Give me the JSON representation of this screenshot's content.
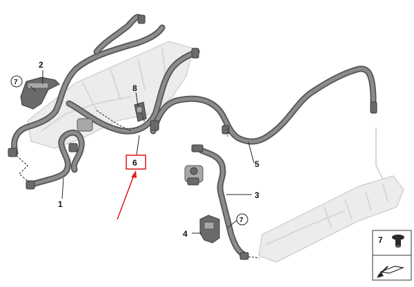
{
  "diagram": {
    "callouts": [
      {
        "id": "c1",
        "label": "1"
      },
      {
        "id": "c2",
        "label": "2"
      },
      {
        "id": "c3",
        "label": "3"
      },
      {
        "id": "c4",
        "label": "4"
      },
      {
        "id": "c5",
        "label": "5"
      },
      {
        "id": "c6",
        "label": "6",
        "highlighted": true
      },
      {
        "id": "c7a",
        "label": "7",
        "circled": true
      },
      {
        "id": "c7b",
        "label": "7",
        "circled": true
      },
      {
        "id": "c8",
        "label": "8"
      }
    ],
    "legend": {
      "part_label": "7"
    },
    "colors": {
      "highlight_box": "#e0201c",
      "arrow": "#e0201c",
      "hose": "#5a5a5a",
      "ghost": "#ececec"
    }
  }
}
